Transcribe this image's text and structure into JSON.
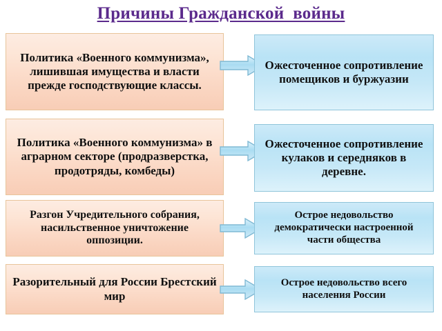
{
  "slide": {
    "title": "Причины Гражданской  войны",
    "background_color": "#ffffff",
    "title_color": "#5B2A8C"
  },
  "colors": {
    "cause_fill_top": "#fdece2",
    "cause_fill_bottom": "#f8cdb6",
    "cause_border": "#e8c49a",
    "effect_fill_top": "#cdeaf8",
    "effect_fill_bottom": "#ddf2fb",
    "effect_border": "#8fc4da",
    "arrow_fill": "#aadcf2",
    "arrow_border": "#7fb9d4",
    "text_color": "#101010"
  },
  "rows": [
    {
      "cause": "Политика «Военного коммунизма», лишившая имущества и власти прежде господствующие классы.",
      "arrow": "right-arrow",
      "effect": "Ожесточенное сопротивление помещиков и буржуазии"
    },
    {
      "cause": "Политика «Военного коммунизма» в аграрном секторе (продразверстка, продотряды, комбеды)",
      "arrow": "right-arrow",
      "effect": "Ожесточенное сопротивление кулаков и середняков в деревне."
    },
    {
      "cause": "Разгон Учредительного собрания, насильственное уничтожение оппозиции.",
      "arrow": "right-arrow",
      "effect": "Острое недовольство демократически настроенной части общества"
    },
    {
      "cause": "Разорительный для России Брестский мир",
      "arrow": "right-arrow",
      "effect": "Острое недовольство всего населения России"
    }
  ]
}
